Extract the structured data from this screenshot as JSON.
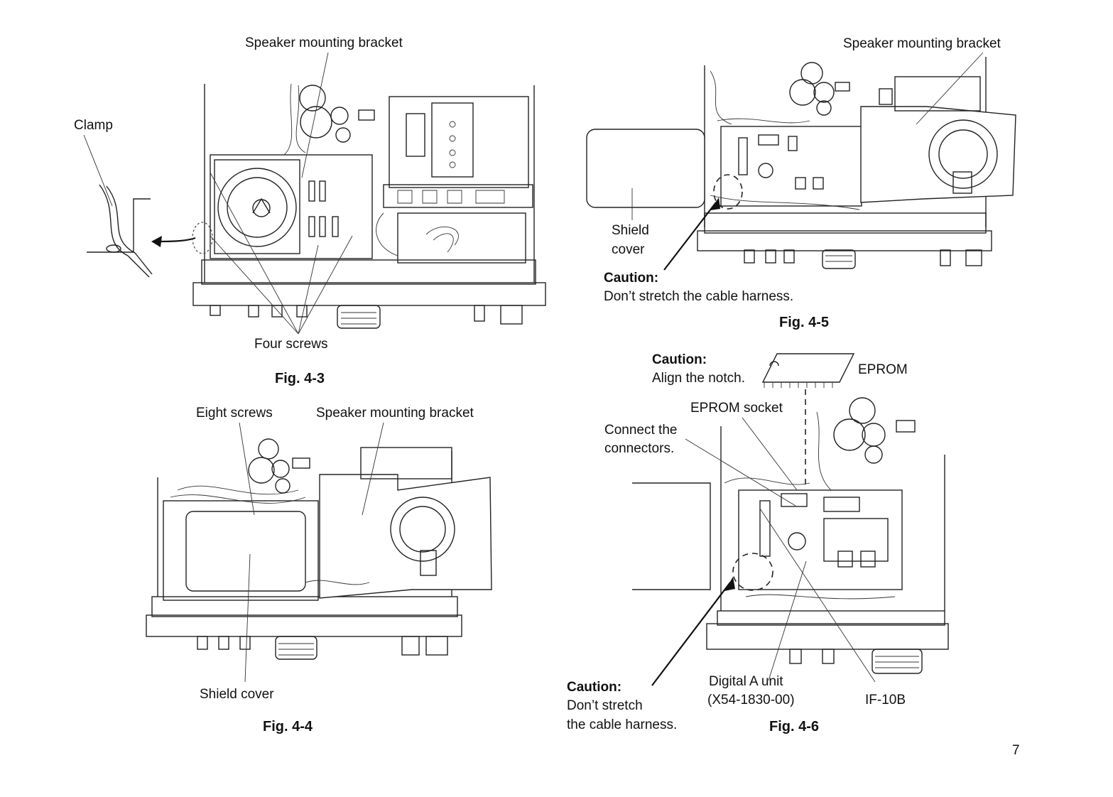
{
  "page_number": "7",
  "fig43": {
    "caption": "Fig. 4-3",
    "label_bracket": "Speaker mounting bracket",
    "label_clamp": "Clamp",
    "label_screws": "Four screws"
  },
  "fig44": {
    "caption": "Fig. 4-4",
    "label_screws": "Eight screws",
    "label_bracket": "Speaker mounting bracket",
    "label_shield": "Shield cover"
  },
  "fig45": {
    "caption": "Fig. 4-5",
    "label_bracket": "Speaker mounting bracket",
    "label_shield_1": "Shield",
    "label_shield_2": "cover",
    "caution_title": "Caution:",
    "caution_text": "Don’t stretch the cable harness."
  },
  "fig46": {
    "caption": "Fig. 4-6",
    "caution1_title": "Caution:",
    "caution1_text": "Align the notch.",
    "label_eprom": "EPROM",
    "label_socket": "EPROM socket",
    "label_connect_1": "Connect the",
    "label_connect_2": "connectors.",
    "caution2_title": "Caution:",
    "caution2_text_1": "Don’t stretch",
    "caution2_text_2": "the cable harness.",
    "label_unit_1": "Digital A unit",
    "label_unit_2": "(X54-1830-00)",
    "label_if": "IF-10B"
  }
}
